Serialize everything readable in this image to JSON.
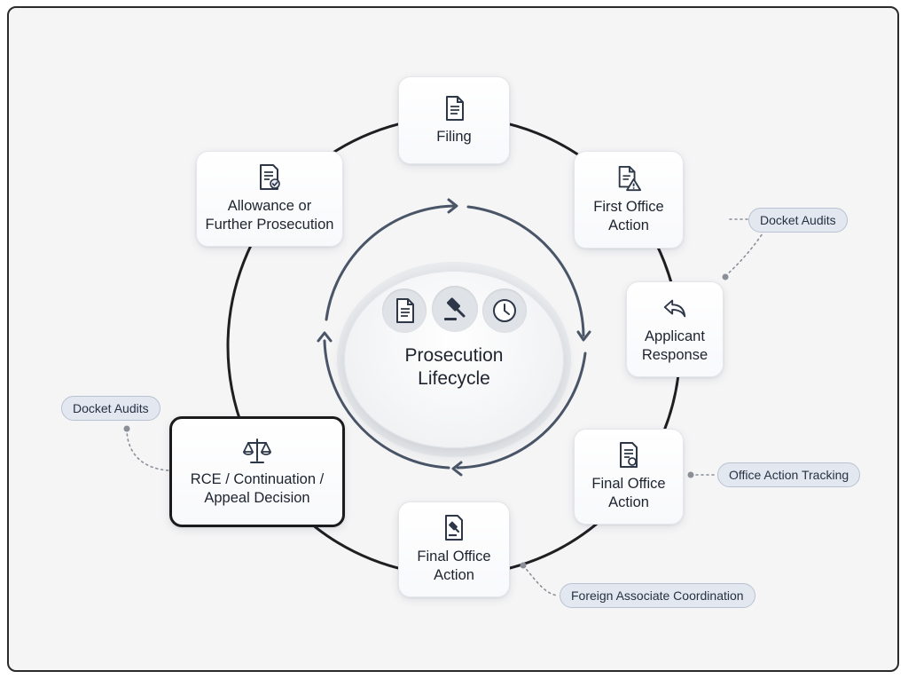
{
  "diagram": {
    "hub": {
      "title": "Prosecution\nLifecycle",
      "icons": [
        "document-icon",
        "gavel-icon",
        "clock-icon"
      ]
    },
    "nodes": {
      "filing": {
        "label": "Filing",
        "icon": "document-icon"
      },
      "first_office_action": {
        "label": "First Office\nAction",
        "icon": "document-warning-icon"
      },
      "applicant_response": {
        "label": "Applicant\nResponse",
        "icon": "reply-arrow-icon"
      },
      "final_office_action_right": {
        "label": "Final Office\nAction",
        "icon": "document-seal-icon"
      },
      "final_office_action_bottom": {
        "label": "Final Office\nAction",
        "icon": "document-gavel-icon"
      },
      "rce_appeal": {
        "label": "RCE / Continuation /\nAppeal Decision",
        "icon": "scales-icon"
      },
      "allowance": {
        "label": "Allowance or\nFurther Prosecution",
        "icon": "document-check-icon"
      }
    },
    "tags": {
      "docket_audits_right": "Docket Audits",
      "docket_audits_left": "Docket Audits",
      "office_action_tracking": "Office Action Tracking",
      "foreign_associate": "Foreign Associate Coordination"
    },
    "colors": {
      "background": "#f5f5f6",
      "ring": "#1f1f22",
      "inner_arrows": "#4a5568",
      "tag_fill": "#e3e8f0",
      "tag_border": "#b8c2d2"
    }
  }
}
